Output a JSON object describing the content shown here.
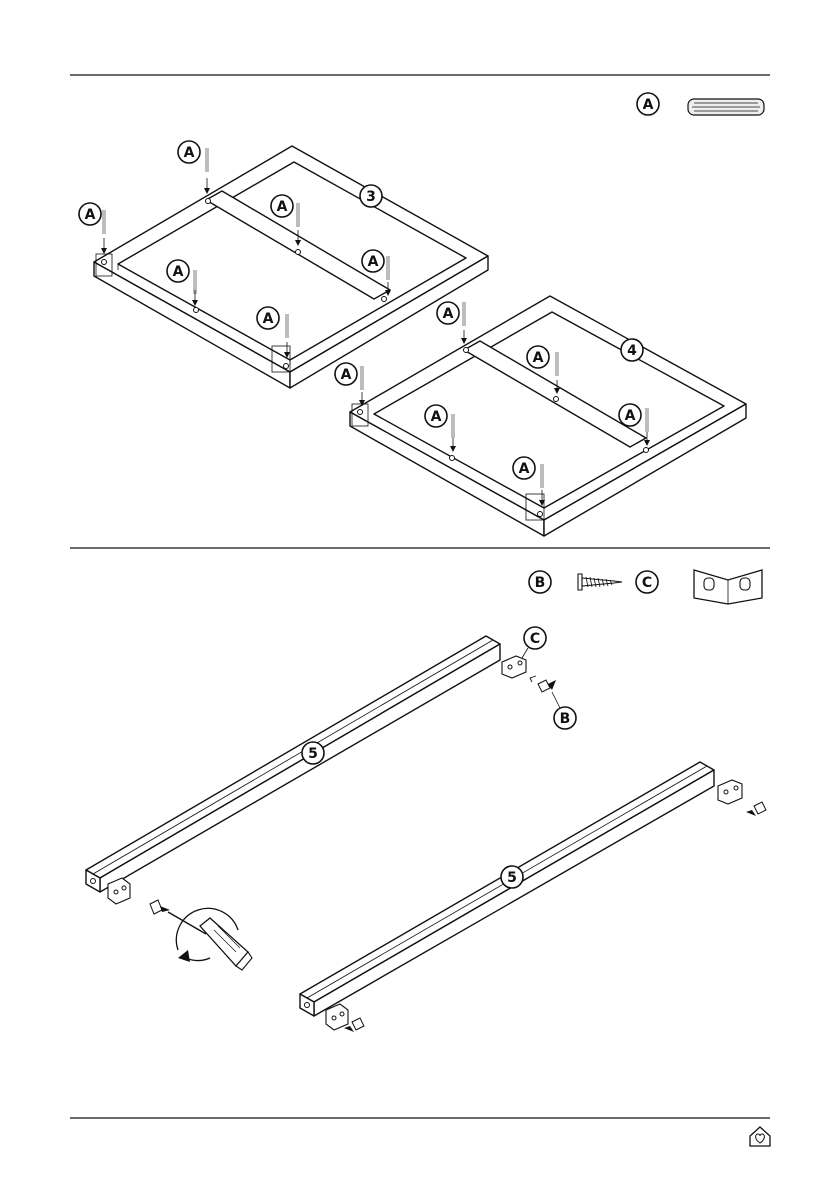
{
  "parts": {
    "dowel": "A",
    "screw": "B",
    "bracket": "C"
  },
  "panels": {
    "frame_upper": "3",
    "frame_lower": "4",
    "rail_left": "5",
    "rail_right": "5"
  },
  "icons": {
    "dowel": "dowel-icon",
    "screw": "screw-icon",
    "bracket": "angle-bracket-icon",
    "screwdriver": "screwdriver-icon",
    "brand": "house-heart-logo-icon"
  },
  "colors": {
    "line": "#111111",
    "dowel_fill": "#bdbdbd",
    "background": "#ffffff"
  }
}
